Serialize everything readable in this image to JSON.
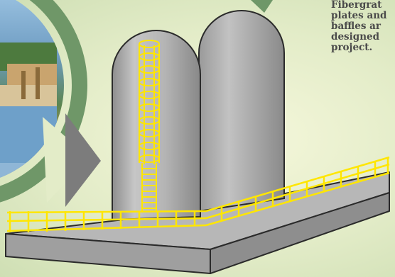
{
  "caption": {
    "lines": [
      "Fibergrat",
      "plates and",
      "baffles ar",
      "designed",
      "project."
    ]
  },
  "icons": {
    "photo": "photo-circle-icon",
    "arrow": "right-arrow-icon",
    "ladder": "caged-ladder-icon",
    "railing": "safety-railing-icon"
  },
  "colors": {
    "background": "#e3ecc8",
    "frame": "#6f9768",
    "tank": "#b9b9b9",
    "platform": "#b7b7b7",
    "fiberglass": "#ffe600",
    "arrow": "#7c7c7c",
    "text": "#4a4a4a"
  }
}
